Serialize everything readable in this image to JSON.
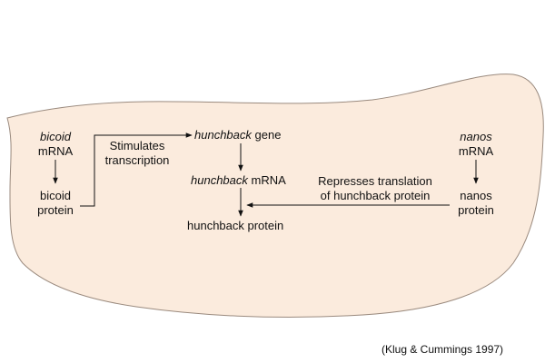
{
  "colors": {
    "embryo_fill": "#FBEBDD",
    "embryo_stroke": "#9A8A7E",
    "arrow": "#111111",
    "text": "#111111"
  },
  "nodes": {
    "bicoid_mrna": {
      "italic": "bicoid",
      "line2": "mRNA"
    },
    "bicoid_protein": {
      "line1": "bicoid",
      "line2": "protein"
    },
    "hunchback_gene": {
      "italic": "hunchback",
      "rest": " gene"
    },
    "hunchback_mrna": {
      "italic": "hunchback",
      "rest": " mRNA"
    },
    "hunchback_protein": {
      "text": "hunchback protein"
    },
    "nanos_mrna": {
      "italic": "nanos",
      "line2": "mRNA"
    },
    "nanos_protein": {
      "line1": "nanos",
      "line2": "protein"
    }
  },
  "edges": {
    "stimulates": {
      "line1": "Stimulates",
      "line2": "transcription"
    },
    "represses": {
      "line1": "Represses translation",
      "line2": "of hunchback protein"
    }
  },
  "citation": "(Klug & Cummings 1997)"
}
